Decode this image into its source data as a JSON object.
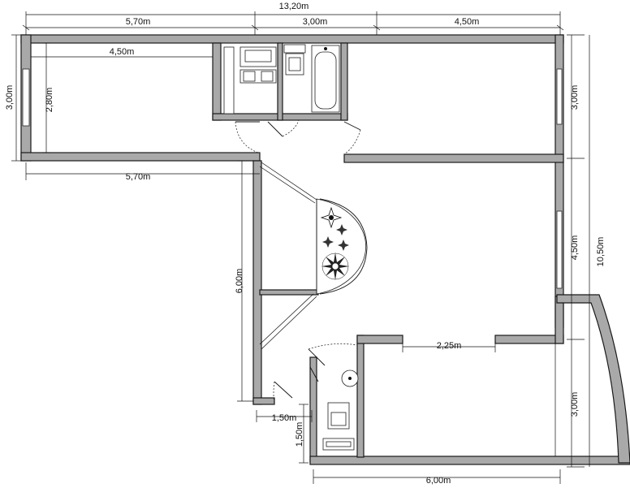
{
  "dimensions": {
    "total_width": "13,20m",
    "top_left": "5,70m",
    "top_mid": "3,00m",
    "top_right": "4,50m",
    "left_outer": "3,00m",
    "left_inner": "2,80m",
    "room_width": "4,50m",
    "below_room": "5,70m",
    "hall_height": "6,00m",
    "right_upper": "3,00m",
    "right_mid": "4,50m",
    "right_total": "10,50m",
    "balcony_height": "3,00m",
    "inner_span": "2,25m",
    "small_width": "1,50m",
    "small_height": "1,50m",
    "bottom_width": "6,00m"
  }
}
